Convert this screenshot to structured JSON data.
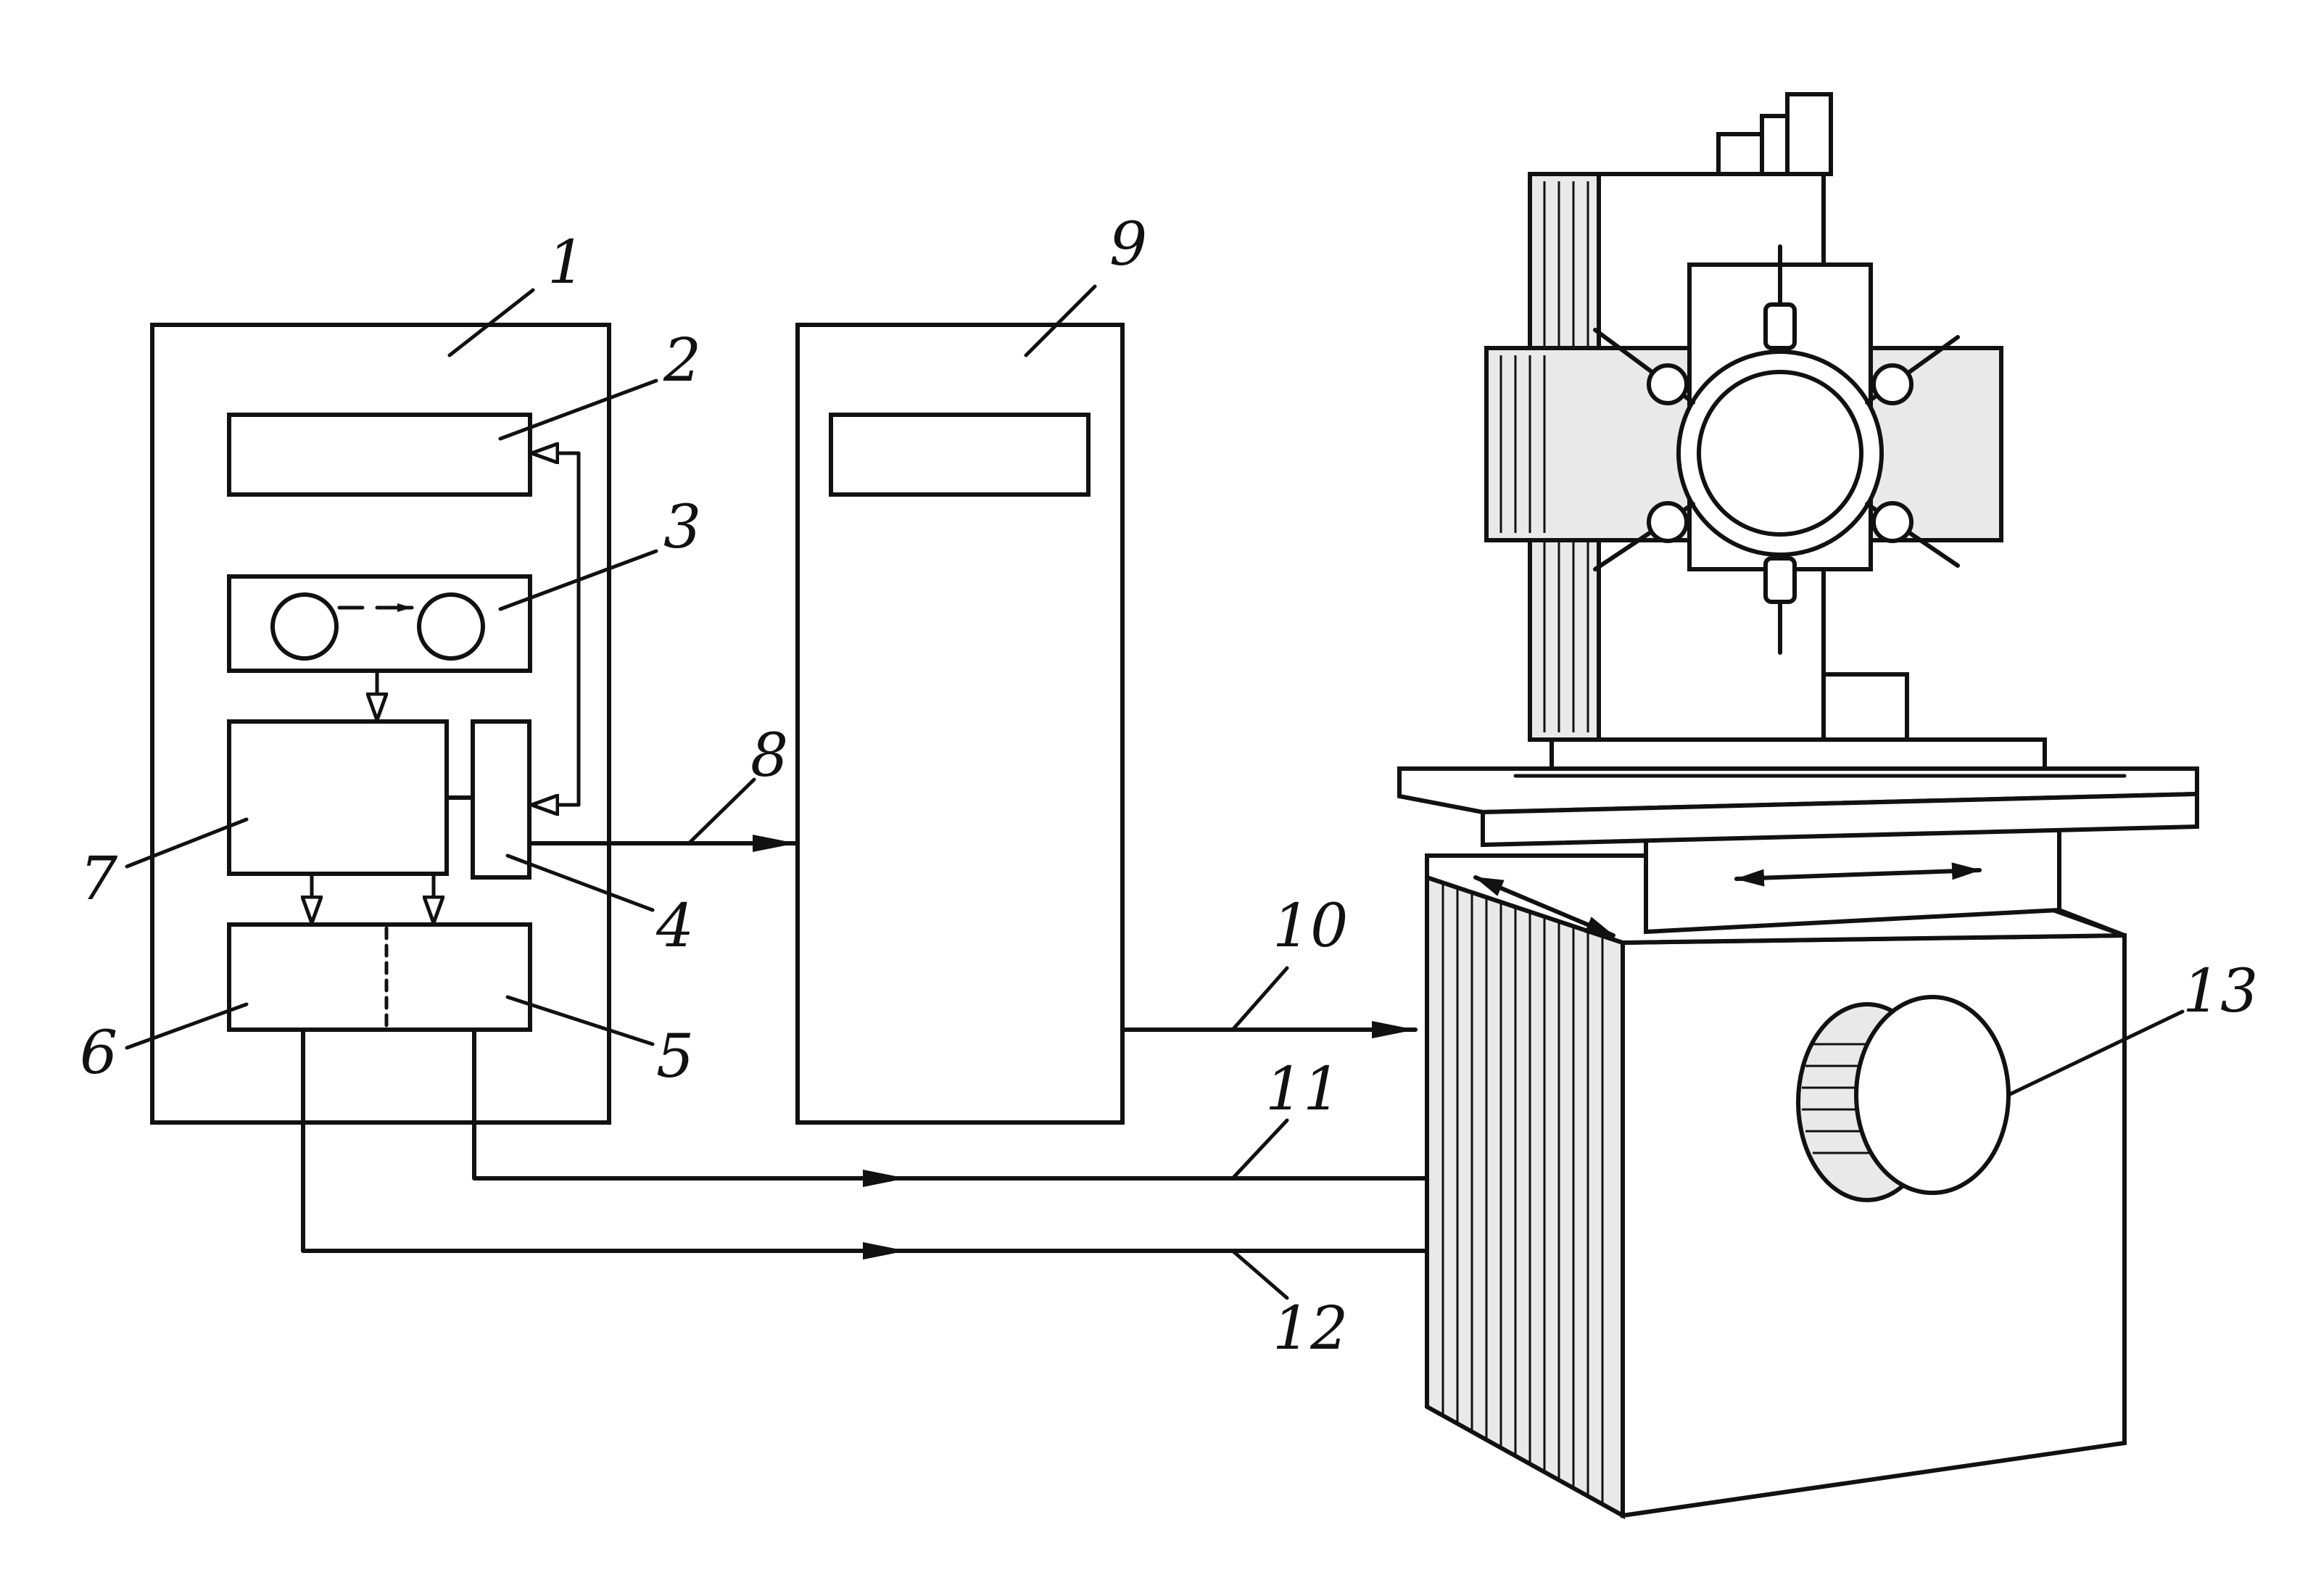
{
  "labels": {
    "l1": "1",
    "l2": "2",
    "l3": "3",
    "l4": "4",
    "l5": "5",
    "l6": "6",
    "l7": "7",
    "l8": "8",
    "l9": "9",
    "l10": "10",
    "l11": "11",
    "l12": "12",
    "l13": "13"
  },
  "colors": {
    "ink": "#111111",
    "background": "#ffffff"
  }
}
